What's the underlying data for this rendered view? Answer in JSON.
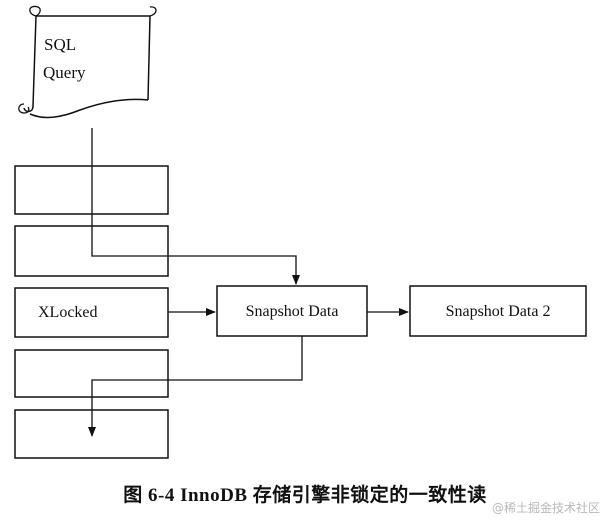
{
  "scroll": {
    "line1": "SQL",
    "line2": "Query"
  },
  "stack": {
    "rows": [
      {
        "label": ""
      },
      {
        "label": ""
      },
      {
        "label": "XLocked"
      },
      {
        "label": ""
      },
      {
        "label": ""
      }
    ]
  },
  "snapshot": {
    "label": "Snapshot Data"
  },
  "snapshot2": {
    "label": "Snapshot Data 2"
  },
  "caption": "图 6-4  InnoDB 存储引擎非锁定的一致性读",
  "watermark": "@稀土掘金技术社区"
}
